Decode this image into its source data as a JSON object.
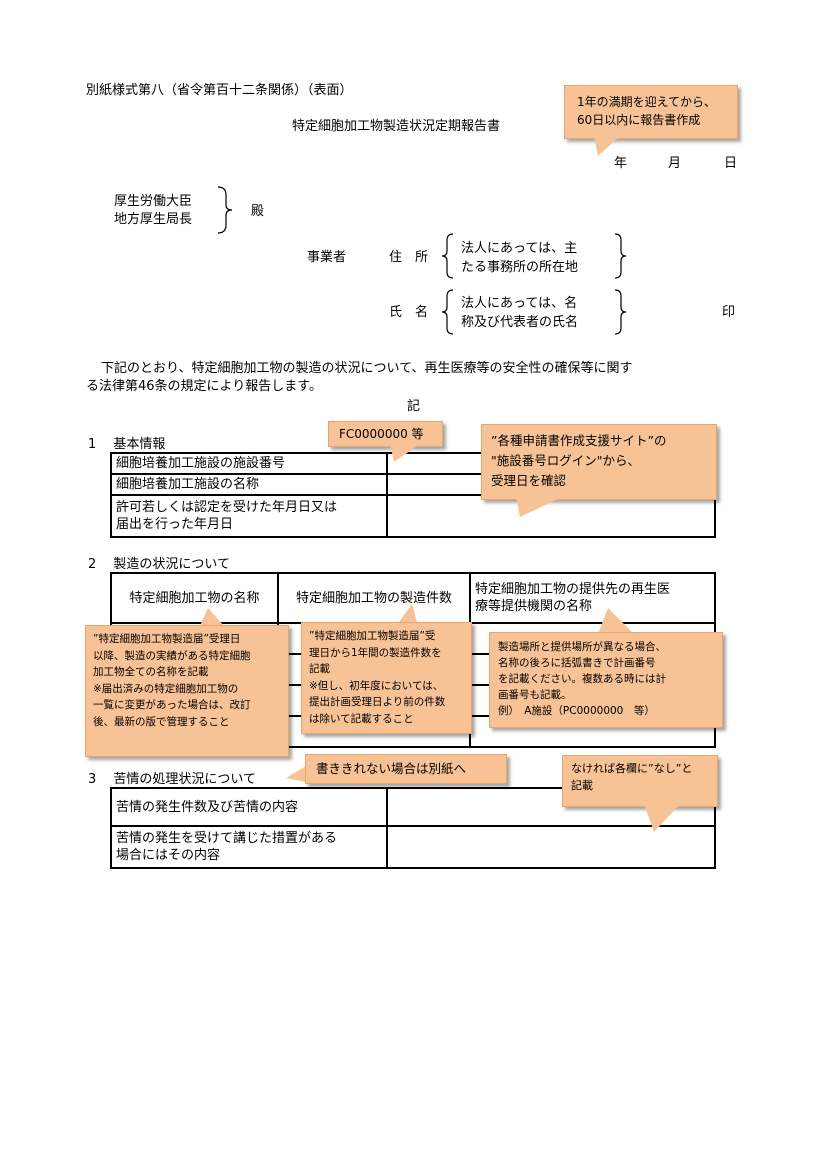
{
  "header": {
    "form_label": "別紙様式第八（省令第百十二条関係）（表面）",
    "title": "特定細胞加工物製造状況定期報告書",
    "year": "年",
    "month": "月",
    "day": "日"
  },
  "addressee": {
    "line1": "厚生労働大臣",
    "line2": "地方厚生局長",
    "honorific": "殿"
  },
  "business": {
    "label": "事業者",
    "address_label": "住　所",
    "address_note_1": "法人にあっては、主",
    "address_note_2": "たる事務所の所在地",
    "name_label": "氏　名",
    "name_note_1": "法人にあっては、名",
    "name_note_2": "称及び代表者の氏名",
    "seal": "印"
  },
  "intro": {
    "line1": "下記のとおり、特定細胞加工物の製造の状況について、再生医療等の安全性の確保等に関す",
    "line2": "る法律第46条の規定により報告します。",
    "ki": "記"
  },
  "section1": {
    "heading": "1　 基本情報",
    "rows": [
      {
        "label": "細胞培養加工施設の施設番号",
        "value": ""
      },
      {
        "label": "細胞培養加工施設の名称",
        "value": ""
      },
      {
        "label_1": "許可若しくは認定を受けた年月日又は",
        "label_2": "届出を行った年月日",
        "value": ""
      }
    ]
  },
  "section2": {
    "heading": "2　 製造の状況について",
    "col1": "特定細胞加工物の名称",
    "col2": "特定細胞加工物の製造件数",
    "col3_1": "特定細胞加工物の提供先の再生医",
    "col3_2": "療等提供機関の名称"
  },
  "section3": {
    "heading": "3　 苦情の処理状況について",
    "row1": "苦情の発生件数及び苦情の内容",
    "row2_1": "苦情の発生を受けて講じた措置がある",
    "row2_2": "場合にはその内容"
  },
  "notes": {
    "deadline_1": "1年の満期を迎えてから、",
    "deadline_2": "60日以内に報告書作成",
    "fc_number": "FC0000000 等",
    "site_1": "”各種申請書作成支援サイト”の",
    "site_2": "\"施設番号ログイン\"から、",
    "site_3": "受理日を確認",
    "names_1": "”特定細胞加工物製造届”受理日",
    "names_2": "以降、製造の実績がある特定細胞",
    "names_3": "加工物全ての名称を記載",
    "names_4": "※届出済みの特定細胞加工物の",
    "names_5": "一覧に変更があった場合は、改訂",
    "names_6": "後、最新の版で管理すること",
    "count_1": "”特定細胞加工物製造届”受",
    "count_2": "理日から1年間の製造件数を",
    "count_3": "記載",
    "count_4": "※但し、初年度においては、",
    "count_5": "提出計画受理日より前の件数",
    "count_6": "は除いて記載すること",
    "place_1": "製造場所と提供場所が異なる場合、",
    "place_2": "名称の後ろに括弧書きで計画番号",
    "place_3": "を記載ください。複数ある時には計",
    "place_4": "画番号も記載。",
    "place_5": "例）　A施設（PC0000000　等）",
    "separate": "書ききれない場合は別紙へ",
    "none_1": "なければ各欄に”なし”と",
    "none_2": "記載"
  }
}
